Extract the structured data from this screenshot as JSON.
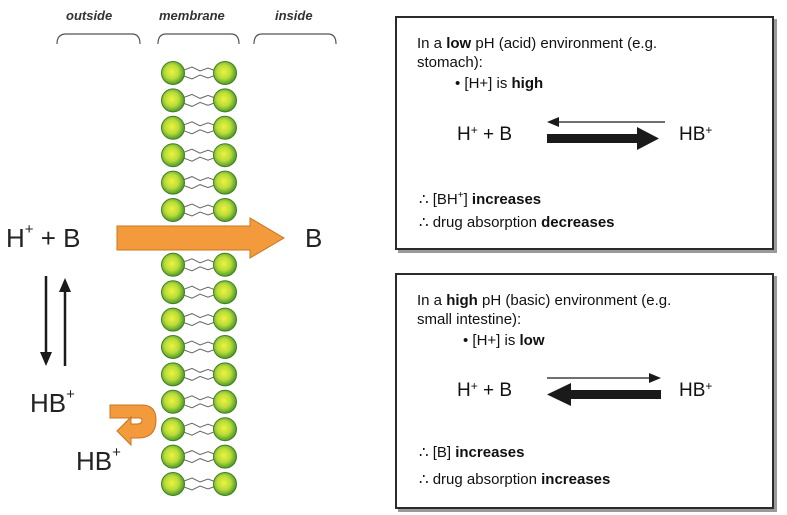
{
  "headers": {
    "outside": "outside",
    "membrane": "membrane",
    "inside": "inside"
  },
  "left": {
    "eq_left_base": "H",
    "eq_left_sup": "+",
    "eq_left_rest": " + B",
    "right_b": "B",
    "hb1_base": "HB",
    "hb1_sup": "+",
    "hb2_base": "HB",
    "hb2_sup": "+"
  },
  "colors": {
    "arrow": "#f39a3c",
    "lipid_head": "#7fc242",
    "lipid_head_center": "#e8f23a"
  },
  "box_low": {
    "line1_a": "In a ",
    "line1_bold": "low",
    "line1_b": " pH (acid) environment (e.g.",
    "line2": "stomach):",
    "bullet_a": "• [H+] is ",
    "bullet_bold": "high",
    "eq_left_a": "H",
    "eq_left_sup": "+",
    "eq_left_b": " + B",
    "eq_right_a": "HB",
    "eq_right_sup": "+",
    "concl1_a": "∴  [BH",
    "concl1_sup": "+",
    "concl1_b": "] ",
    "concl1_bold": "increases",
    "concl2_a": "∴  drug absorption ",
    "concl2_bold": "decreases"
  },
  "box_high": {
    "line1_a": "In a ",
    "line1_bold": "high",
    "line1_b": " pH (basic) environment (e.g.",
    "line2": "small intestine):",
    "bullet_a": "• [H+] is ",
    "bullet_bold": "low",
    "eq_left_a": "H",
    "eq_left_sup": "+",
    "eq_left_b": " + B",
    "eq_right_a": "HB",
    "eq_right_sup": "+",
    "concl1_a": "∴  [B] ",
    "concl1_bold": "increases",
    "concl2_a": "∴  drug absorption ",
    "concl2_bold": "increases"
  }
}
